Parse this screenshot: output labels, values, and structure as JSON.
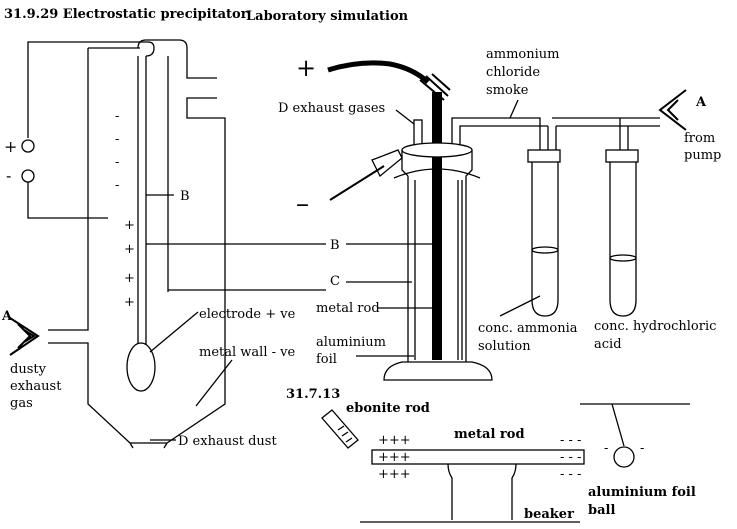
{
  "title": "31.9.29 Electrostatic precipitator",
  "subtitle": "Laboratory simulation",
  "precipitator": {
    "plus": "+",
    "minus": "-",
    "label_a": "A",
    "label_b": "B",
    "inlet_label": [
      "dusty",
      "exhaust",
      "gas"
    ],
    "electrode_label": "electrode + ve",
    "wall_label": "metal wall - ve",
    "dust_label": "D exhaust dust",
    "wall_charge": "-",
    "rod_charge": "+"
  },
  "simulation": {
    "plus": "+",
    "minus": "–",
    "smoke_label": [
      "ammonium",
      "chloride",
      "smoke"
    ],
    "exhaust_label": "D exhaust gases",
    "label_a": "A",
    "pump_label": [
      "from",
      "pump"
    ],
    "label_b": "B",
    "label_c": "C",
    "rod_label": "metal rod",
    "foil_label": [
      "aluminium",
      "foil"
    ],
    "ammonia_label": [
      "conc. ammonia",
      "solution"
    ],
    "acid_label": [
      "conc. hydrochloric",
      "acid"
    ]
  },
  "experiment": {
    "ref": "31.7.13",
    "ebonite_label": "ebonite rod",
    "metal_rod_label": "metal rod",
    "plus_charges": "+++",
    "minus_charges": "- - -",
    "beaker_label": "beaker",
    "ball_label": [
      "aluminium foil",
      "ball"
    ]
  }
}
